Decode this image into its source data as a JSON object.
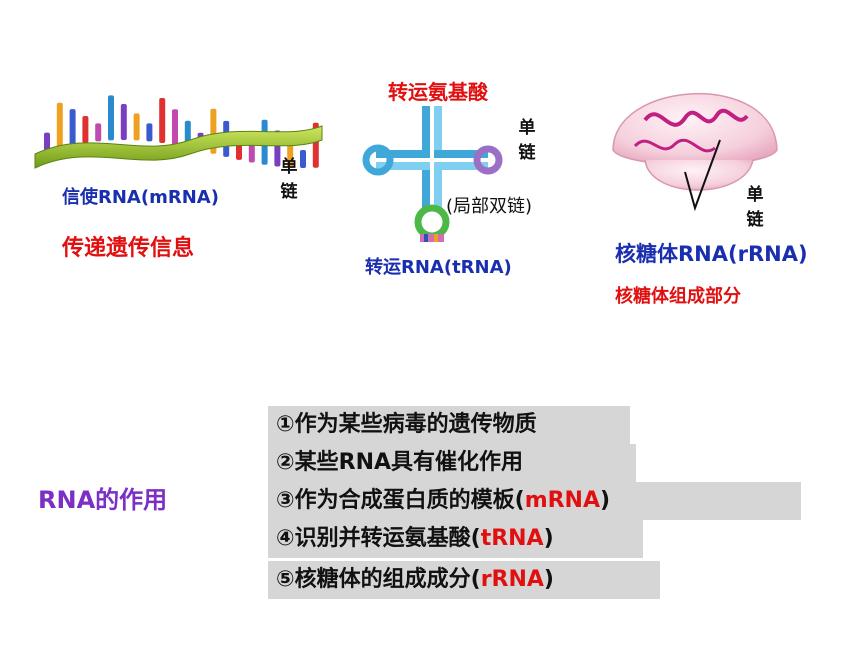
{
  "mrna": {
    "name": "信使RNA(mRNA)",
    "strand": [
      "单",
      "链"
    ],
    "function": "传递遗传信息"
  },
  "trna": {
    "top_label": "转运氨基酸",
    "strand": [
      "单",
      "链"
    ],
    "note": "(局部双链)",
    "name": "转运RNA(tRNA)"
  },
  "rrna": {
    "strand": [
      "单",
      "链"
    ],
    "name": "核糖体RNA(rRNA)",
    "function": "核糖体组成部分"
  },
  "roles": {
    "title": "RNA的作用",
    "items": [
      {
        "text": "①作为某些病毒的遗传物质",
        "highlight": "",
        "suffix": ""
      },
      {
        "text": "②某些RNA具有催化作用",
        "highlight": "",
        "suffix": ""
      },
      {
        "text": "③作为合成蛋白质的模板(",
        "highlight": "mRNA",
        "suffix": ")"
      },
      {
        "text": "④识别并转运氨基酸(",
        "highlight": "tRNA",
        "suffix": ")"
      },
      {
        "text": "⑤核糖体的组成成分(",
        "highlight": "rRNA",
        "suffix": ")"
      }
    ]
  },
  "colors": {
    "blue_label": "#1a2fb0",
    "red_label": "#e01010",
    "role_box": "#d6d6d6",
    "roles_title": "#7b2fc4"
  }
}
